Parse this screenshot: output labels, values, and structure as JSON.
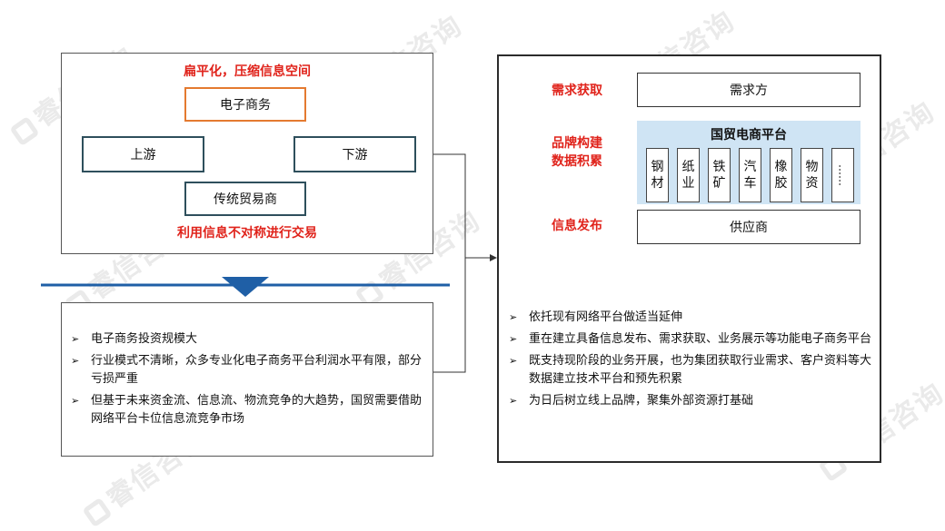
{
  "watermark": {
    "text": "睿信咨询"
  },
  "left_top": {
    "title": "扁平化，压缩信息空间",
    "center_node": "电子商务",
    "left_node": "上游",
    "right_node": "下游",
    "bottom_node": "传统贸易商",
    "footer": "利用信息不对称进行交易"
  },
  "left_bottom": {
    "bullets": [
      "电子商务投资规模大",
      "行业模式不清晰，众多专业化电子商务平台利润水平有限，部分亏损严重",
      "但基于未来资金流、信息流、物流竞争的大趋势，国贸需要借助网络平台卡位信息流竞争市场"
    ]
  },
  "right": {
    "label_demand": "需求获取",
    "label_brand": "品牌构建\n数据积累",
    "label_brand_1": "品牌构建",
    "label_brand_2": "数据积累",
    "label_info": "信息发布",
    "demand_node": "需求方",
    "platform_title": "国贸电商平台",
    "categories": [
      "钢材",
      "纸业",
      "铁矿",
      "汽车",
      "橡胶",
      "物资",
      "……"
    ],
    "supply_node": "供应商",
    "bullets": [
      "依托现有网络平台做适当延伸",
      "重在建立具备信息发布、需求获取、业务展示等功能电子商务平台",
      "既支持现阶段的业务开展，也为集团获取行业需求、客户资料等大数据建立技术平台和预先积累",
      "为日后树立线上品牌，聚集外部资源打基础"
    ]
  },
  "colors": {
    "red": "#e0231b",
    "blue": "#1f5fa6",
    "node_border": "#2e4f5c",
    "orange": "#e47a30",
    "platform_bg": "#cfe4f4"
  }
}
